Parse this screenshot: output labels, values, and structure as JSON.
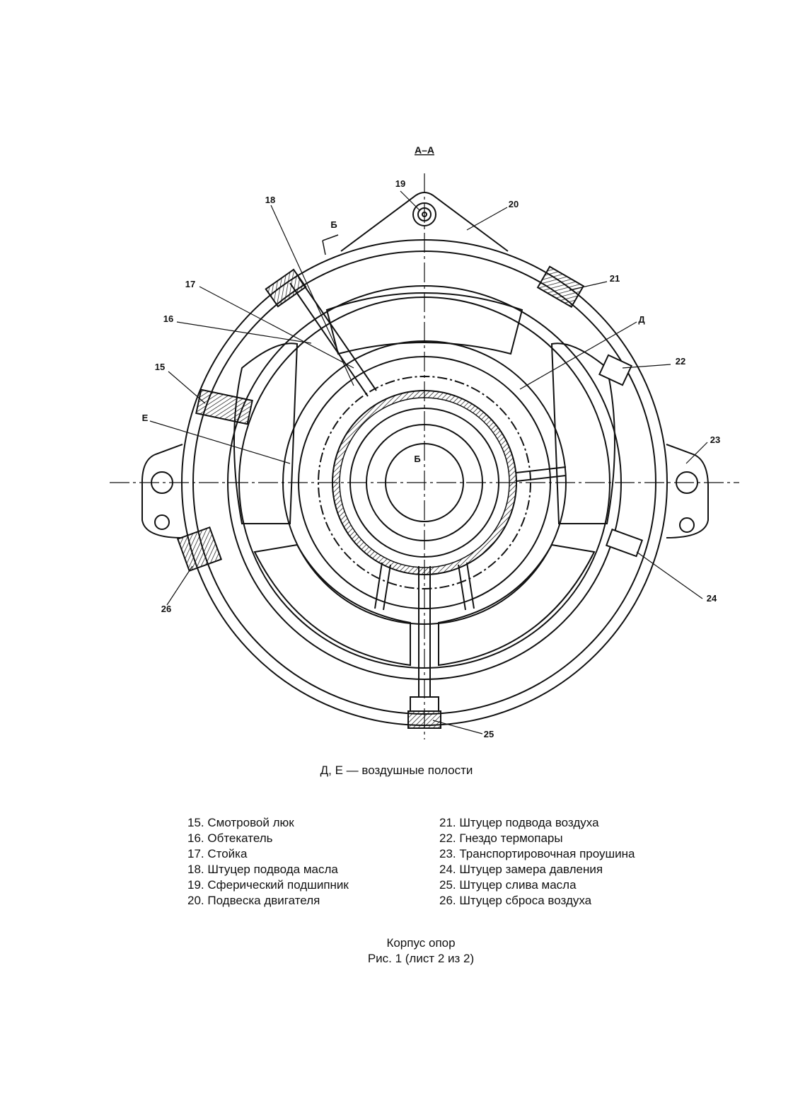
{
  "section_label": "А–А",
  "callouts": {
    "c15": "15",
    "c16": "16",
    "c17": "17",
    "c18": "18",
    "c19": "19",
    "c20": "20",
    "c21": "21",
    "c22": "22",
    "c23": "23",
    "c24": "24",
    "c25": "25",
    "c26": "26",
    "cD": "Д",
    "cE": "Е",
    "cB1": "Б",
    "cB2": "Б"
  },
  "note": "Д, Е — воздушные полости",
  "legend_left": [
    "15. Смотровой люк",
    "16. Обтекатель",
    "17. Стойка",
    "18. Штуцер подвода масла",
    "19. Сферический подшипник",
    "20. Подвеска двигателя"
  ],
  "legend_right": [
    "21. Штуцер подвода воздуха",
    "22. Гнездо термопары",
    "23. Транспортировочная проушина",
    "24. Штуцер замера давления",
    "25. Штуцер слива масла",
    "26. Штуцер сброса воздуха"
  ],
  "caption_title": "Корпус опор",
  "caption_figure": "Рис. 1 (лист 2 из 2)"
}
